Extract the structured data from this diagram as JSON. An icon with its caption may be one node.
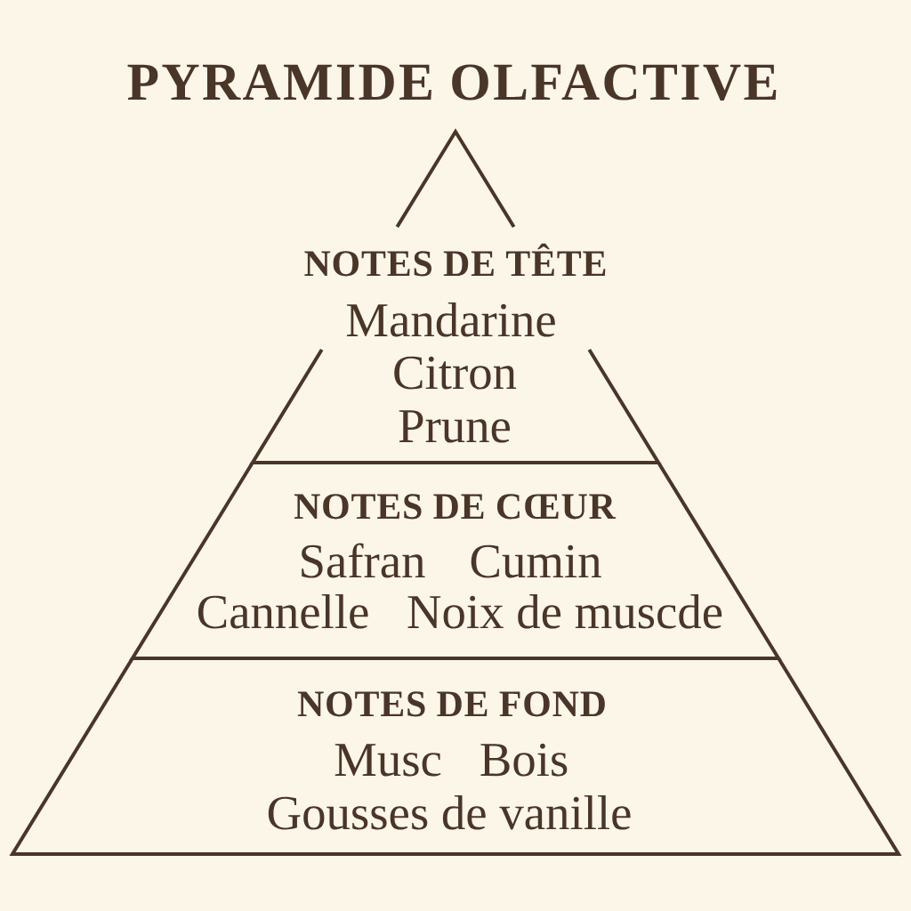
{
  "diagram": {
    "title": "PYRAMIDE OLFACTIVE",
    "nodes": [
      {
        "text": [
          "NOTES DE TÊTE",
          "Mandarine",
          "Citron",
          "Prune"
        ]
      },
      {
        "text": [
          "NOTES DE CŒUR",
          "Safran",
          "Cumin",
          "Cannelle",
          "Noix de muscde"
        ]
      },
      {
        "text": [
          "NOTES DE FOND",
          "Musc",
          "Bois",
          "Gousses de vanille"
        ]
      }
    ]
  }
}
